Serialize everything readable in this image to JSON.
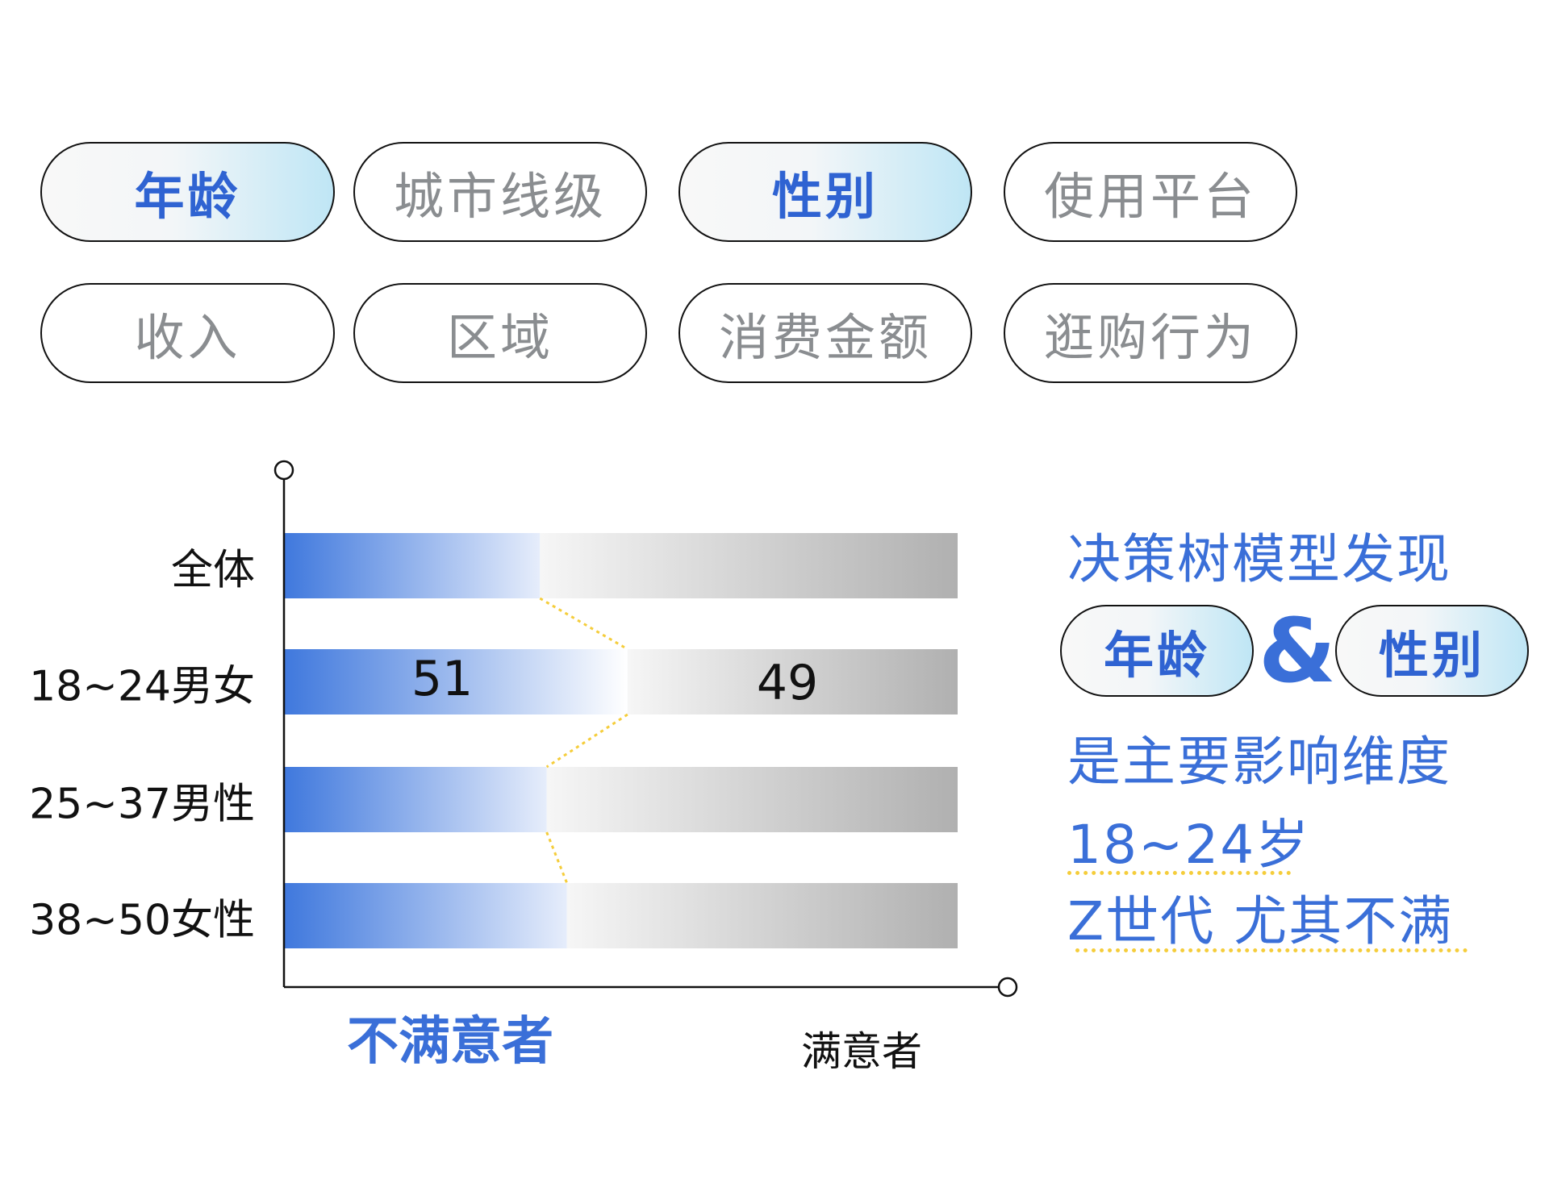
{
  "filters": [
    {
      "label": "年龄",
      "active": true
    },
    {
      "label": "城市线级",
      "active": false
    },
    {
      "label": "性别",
      "active": true
    },
    {
      "label": "使用平台",
      "active": false
    },
    {
      "label": "收入",
      "active": false
    },
    {
      "label": "区域",
      "active": false
    },
    {
      "label": "消费金额",
      "active": false
    },
    {
      "label": "逛购行为",
      "active": false
    }
  ],
  "chart_data": {
    "type": "bar",
    "orientation": "horizontal-stacked-100",
    "categories": [
      "全体",
      "18~24男女",
      "25~37男性",
      "38~50女性"
    ],
    "series": [
      {
        "name": "不满意者",
        "values": [
          38,
          51,
          39,
          42
        ],
        "color": "#3f78dd"
      },
      {
        "name": "满意者",
        "values": [
          62,
          49,
          61,
          58
        ],
        "color": "#b3b3b3"
      }
    ],
    "data_labels": {
      "dissatisfied": "51",
      "satisfied": "49"
    },
    "xlim": [
      0,
      100
    ],
    "legend": "bottom"
  },
  "insight": {
    "line1": "决策树模型发现",
    "tag1": "年龄",
    "amp": "&",
    "tag2": "性别",
    "line2": "是主要影响维度",
    "line3": "18~24岁",
    "line4": "Z世代 尤其不满"
  },
  "colors": {
    "accent": "#3a6fd8",
    "highlight": "#f5cd3b",
    "muted": "#8a8d90"
  }
}
